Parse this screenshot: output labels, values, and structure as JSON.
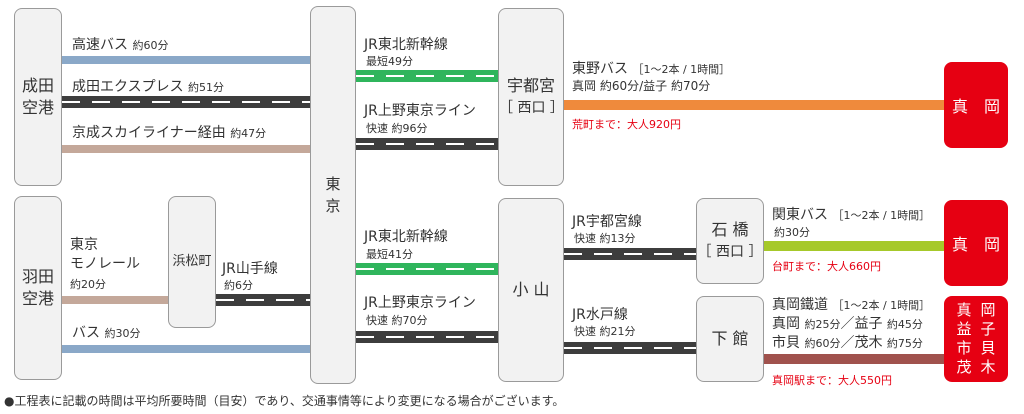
{
  "airports": {
    "narita": "成田\n空港",
    "haneda": "羽田\n空港"
  },
  "hubs": {
    "tokyo": "東\n京",
    "utsunomiya": "宇都宮",
    "utsunomiya_exit": "［ 西口 ］",
    "oyama": "小 山",
    "hamamatsucho": "浜松町",
    "ishibashi": "石 橋",
    "ishibashi_exit": "［ 西口 ］",
    "shimodate": "下 館"
  },
  "routes": {
    "narita_bus": {
      "name": "高速バス",
      "time": "約60分"
    },
    "narita_express": {
      "name": "成田エクスプレス",
      "time": "約51分"
    },
    "keisei": {
      "name": "京成スカイライナー経由",
      "time": "約47分"
    },
    "tohoku_1": {
      "name": "JR東北新幹線",
      "sub": "最短49分"
    },
    "ueno_1": {
      "name": "JR上野東京ライン",
      "sub": "快速 約96分"
    },
    "tono_bus": {
      "name": "東野バス",
      "freq": "［1〜2本 / 1時間］",
      "sub": "真岡 約60分/益子 約70分",
      "fare": "荒町まで：大人920円"
    },
    "monorail": {
      "name": "東京\nモノレール",
      "time": "約20分"
    },
    "yamanote": {
      "name": "JR山手線",
      "time": "約6分"
    },
    "haneda_bus": {
      "name": "バス",
      "time": "約30分"
    },
    "tohoku_2": {
      "name": "JR東北新幹線",
      "sub": "最短41分"
    },
    "ueno_2": {
      "name": "JR上野東京ライン",
      "sub": "快速 約70分"
    },
    "utsunomiya_line": {
      "name": "JR宇都宮線",
      "sub": "快速 約13分"
    },
    "kanto_bus": {
      "name": "関東バス",
      "freq": "［1〜2本 / 1時間］",
      "sub": "約30分",
      "fare": "台町まで：大人660円"
    },
    "mito_line": {
      "name": "JR水戸線",
      "sub": "快速 約21分"
    },
    "moka_rail": {
      "name": "真岡鐵道",
      "freq": "［1〜2本 / 1時間］",
      "sub1": "真岡",
      "t1": "約25分",
      "sub2": "益子",
      "t2": "約45分",
      "sub3": "市貝",
      "t3": "約60分",
      "sub4": "茂木",
      "t4": "約75分",
      "fare": "真岡駅まで：大人550円"
    }
  },
  "destinations": {
    "moka_1": "真　岡",
    "moka_2": "真　岡",
    "multi": [
      "真",
      "岡",
      "益",
      "子",
      "市",
      "貝",
      "茂",
      "木"
    ]
  },
  "footnote": "●工程表に記載の時間は平均所要時間（目安）であり、交通事情等により変更になる場合がございます。",
  "colors": {
    "bus_blue": "#8aa8c8",
    "brown": "#c4a89a",
    "orange": "#ef8a3c",
    "lime": "#a6c92a",
    "maroon": "#a0524d",
    "red": "#e60012"
  }
}
